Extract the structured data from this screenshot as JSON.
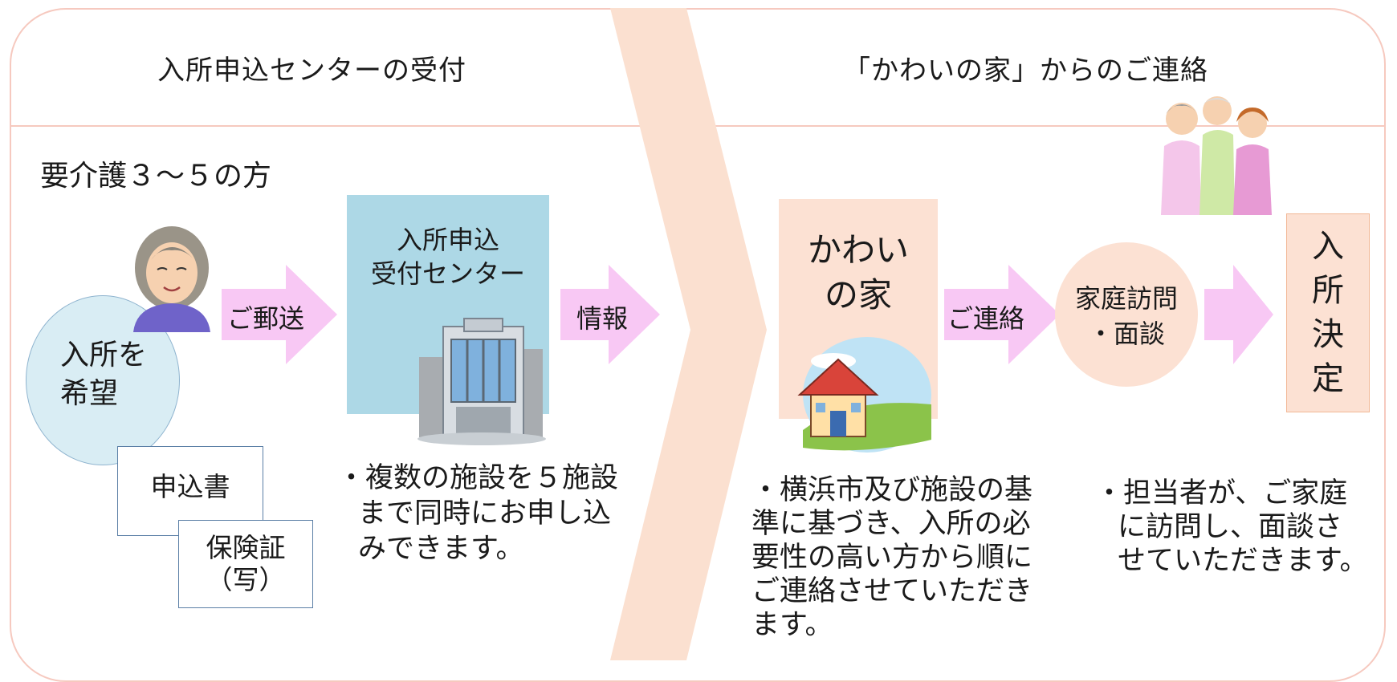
{
  "headers": {
    "left": "入所申込センターの受付",
    "right": "「かわいの家」からのご連絡"
  },
  "target_note": "要介護３～５の方",
  "applicant": {
    "label_line1": "入所を",
    "label_line2": "希望"
  },
  "documents": {
    "application": "申込書",
    "insurance_line1": "保険証",
    "insurance_line2": "（写）"
  },
  "arrows": {
    "mail": "ご郵送",
    "info": "情報",
    "contact": "ご連絡"
  },
  "center": {
    "line1": "入所申込",
    "line2": "受付センター"
  },
  "facility": {
    "line1": "かわい",
    "line2": "の家"
  },
  "visit": {
    "line1": "家庭訪問",
    "line2": "・面談"
  },
  "decision": {
    "chars": [
      "入",
      "所",
      "決",
      "定"
    ]
  },
  "notes": {
    "left": [
      "・複数の施設を５施設",
      "まで同時にお申し込",
      "みできます。"
    ],
    "middle": [
      "・横浜市及び施設の基",
      "準に基づき、入所の必",
      "要性の高い方から順に",
      "ご連絡させていただき",
      "ます。"
    ],
    "right": [
      "・担当者が、ご家庭",
      "に訪問し、面談さ",
      "せていただきます。"
    ]
  },
  "colors": {
    "arrow_pink": "#f8c8f4",
    "header_line": "#f6c9bf",
    "chevron": "#fbe0d0",
    "center_blue": "#add8e6",
    "facility_peach": "#fce1d3",
    "visit_circle": "#fce1d3",
    "applicant_circle": "#d9edf4"
  }
}
